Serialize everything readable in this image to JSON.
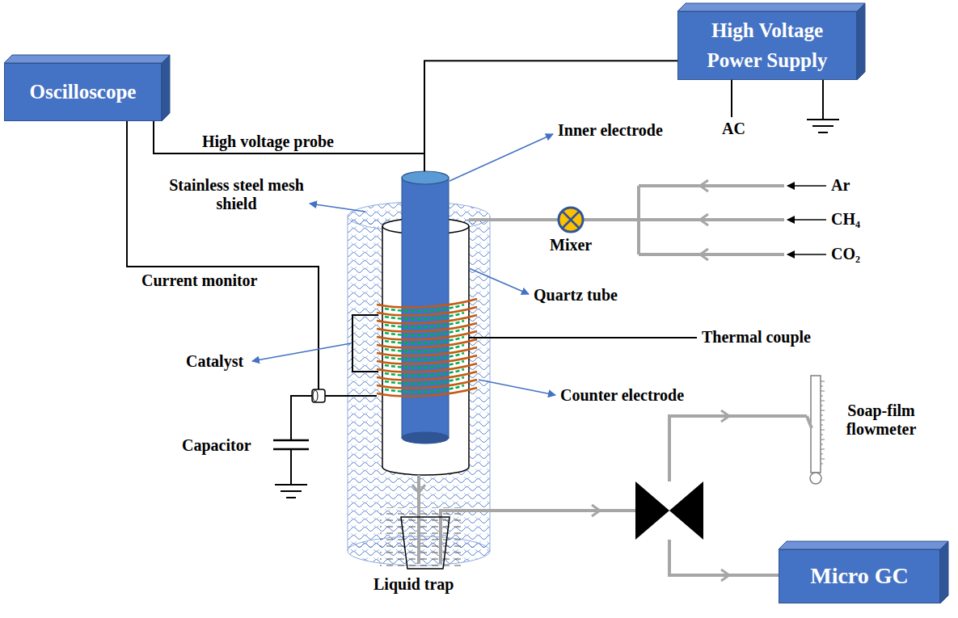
{
  "diagram": {
    "nodes": [
      {
        "text": [
          "Oscilloscope"
        ]
      },
      {
        "text": [
          "High Voltage Power Supply"
        ]
      },
      {
        "text": [
          "Micro GC"
        ]
      }
    ],
    "edges": [
      {
        "from": 0,
        "to": 1,
        "arrow": "none",
        "label": "High voltage probe"
      }
    ],
    "labels": [
      "Inner electrode",
      "Stainless steel mesh shield",
      "AC",
      "Ar",
      "CH₄",
      "CO₂",
      "Mixer",
      "Quartz tube",
      "Current monitor",
      "Catalyst",
      "Thermal couple",
      "Counter electrode",
      "Capacitor",
      "Soap-film flowmeter",
      "Liquid trap"
    ]
  }
}
